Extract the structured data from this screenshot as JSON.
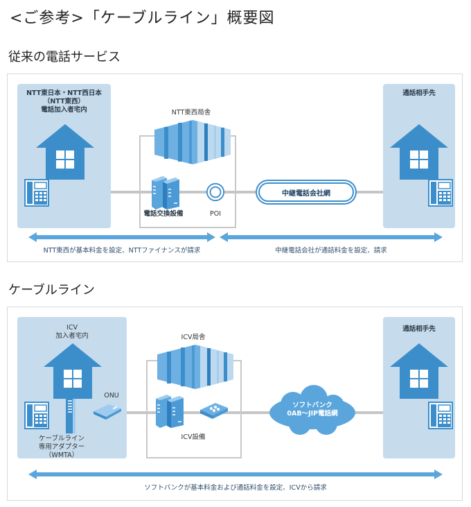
{
  "title": "<ご参考>「ケーブルライン」概要図",
  "colors": {
    "accent_blue": "#3c8ecb",
    "light_blue_box": "#c6dcec",
    "line_gray": "#c5c5c5",
    "arrow_blue": "#5aa6dc"
  },
  "traditional": {
    "heading": "従来の電話サービス",
    "subscriber": {
      "label_lines": [
        "NTT東日本・NTT西日本",
        "（NTT東西）",
        "電話加入者宅内"
      ],
      "icons": [
        "house-icon",
        "telephone-icon"
      ]
    },
    "office": {
      "label": "NTT東西局舎",
      "equipment_label": "電話交換設備",
      "poi_label": "POI",
      "icons": [
        "building-icon",
        "server-icon",
        "poi-ring-icon"
      ]
    },
    "network": {
      "label": "中継電話会社網"
    },
    "destination": {
      "label": "通話相手先",
      "icons": [
        "house-icon",
        "telephone-icon"
      ]
    },
    "billing": [
      {
        "text": "NTT東西が基本料金を設定、NTTファイナンスが請求"
      },
      {
        "text": "中継電話会社が通話料金を設定、請求"
      }
    ]
  },
  "cableline": {
    "heading": "ケーブルライン",
    "subscriber": {
      "label_lines": [
        "ICV",
        "加入者宅内"
      ],
      "adapter_label_lines": [
        "ケーブルライン",
        "専用アダプター",
        "（WMTA）"
      ],
      "onu_label": "ONU",
      "icons": [
        "house-icon",
        "telephone-icon",
        "adapter-icon",
        "onu-icon"
      ]
    },
    "office": {
      "label": "ICV局舎",
      "equipment_label": "ICV設備",
      "icons": [
        "building-icon",
        "server-icon",
        "router-icon"
      ]
    },
    "network": {
      "label_lines": [
        "ソフトバンク",
        "0AB～JIP電話網"
      ]
    },
    "destination": {
      "label": "通話相手先",
      "icons": [
        "house-icon",
        "telephone-icon"
      ]
    },
    "billing": [
      {
        "text": "ソフトバンクが基本料金および通話料金を設定、ICVから請求"
      }
    ]
  }
}
